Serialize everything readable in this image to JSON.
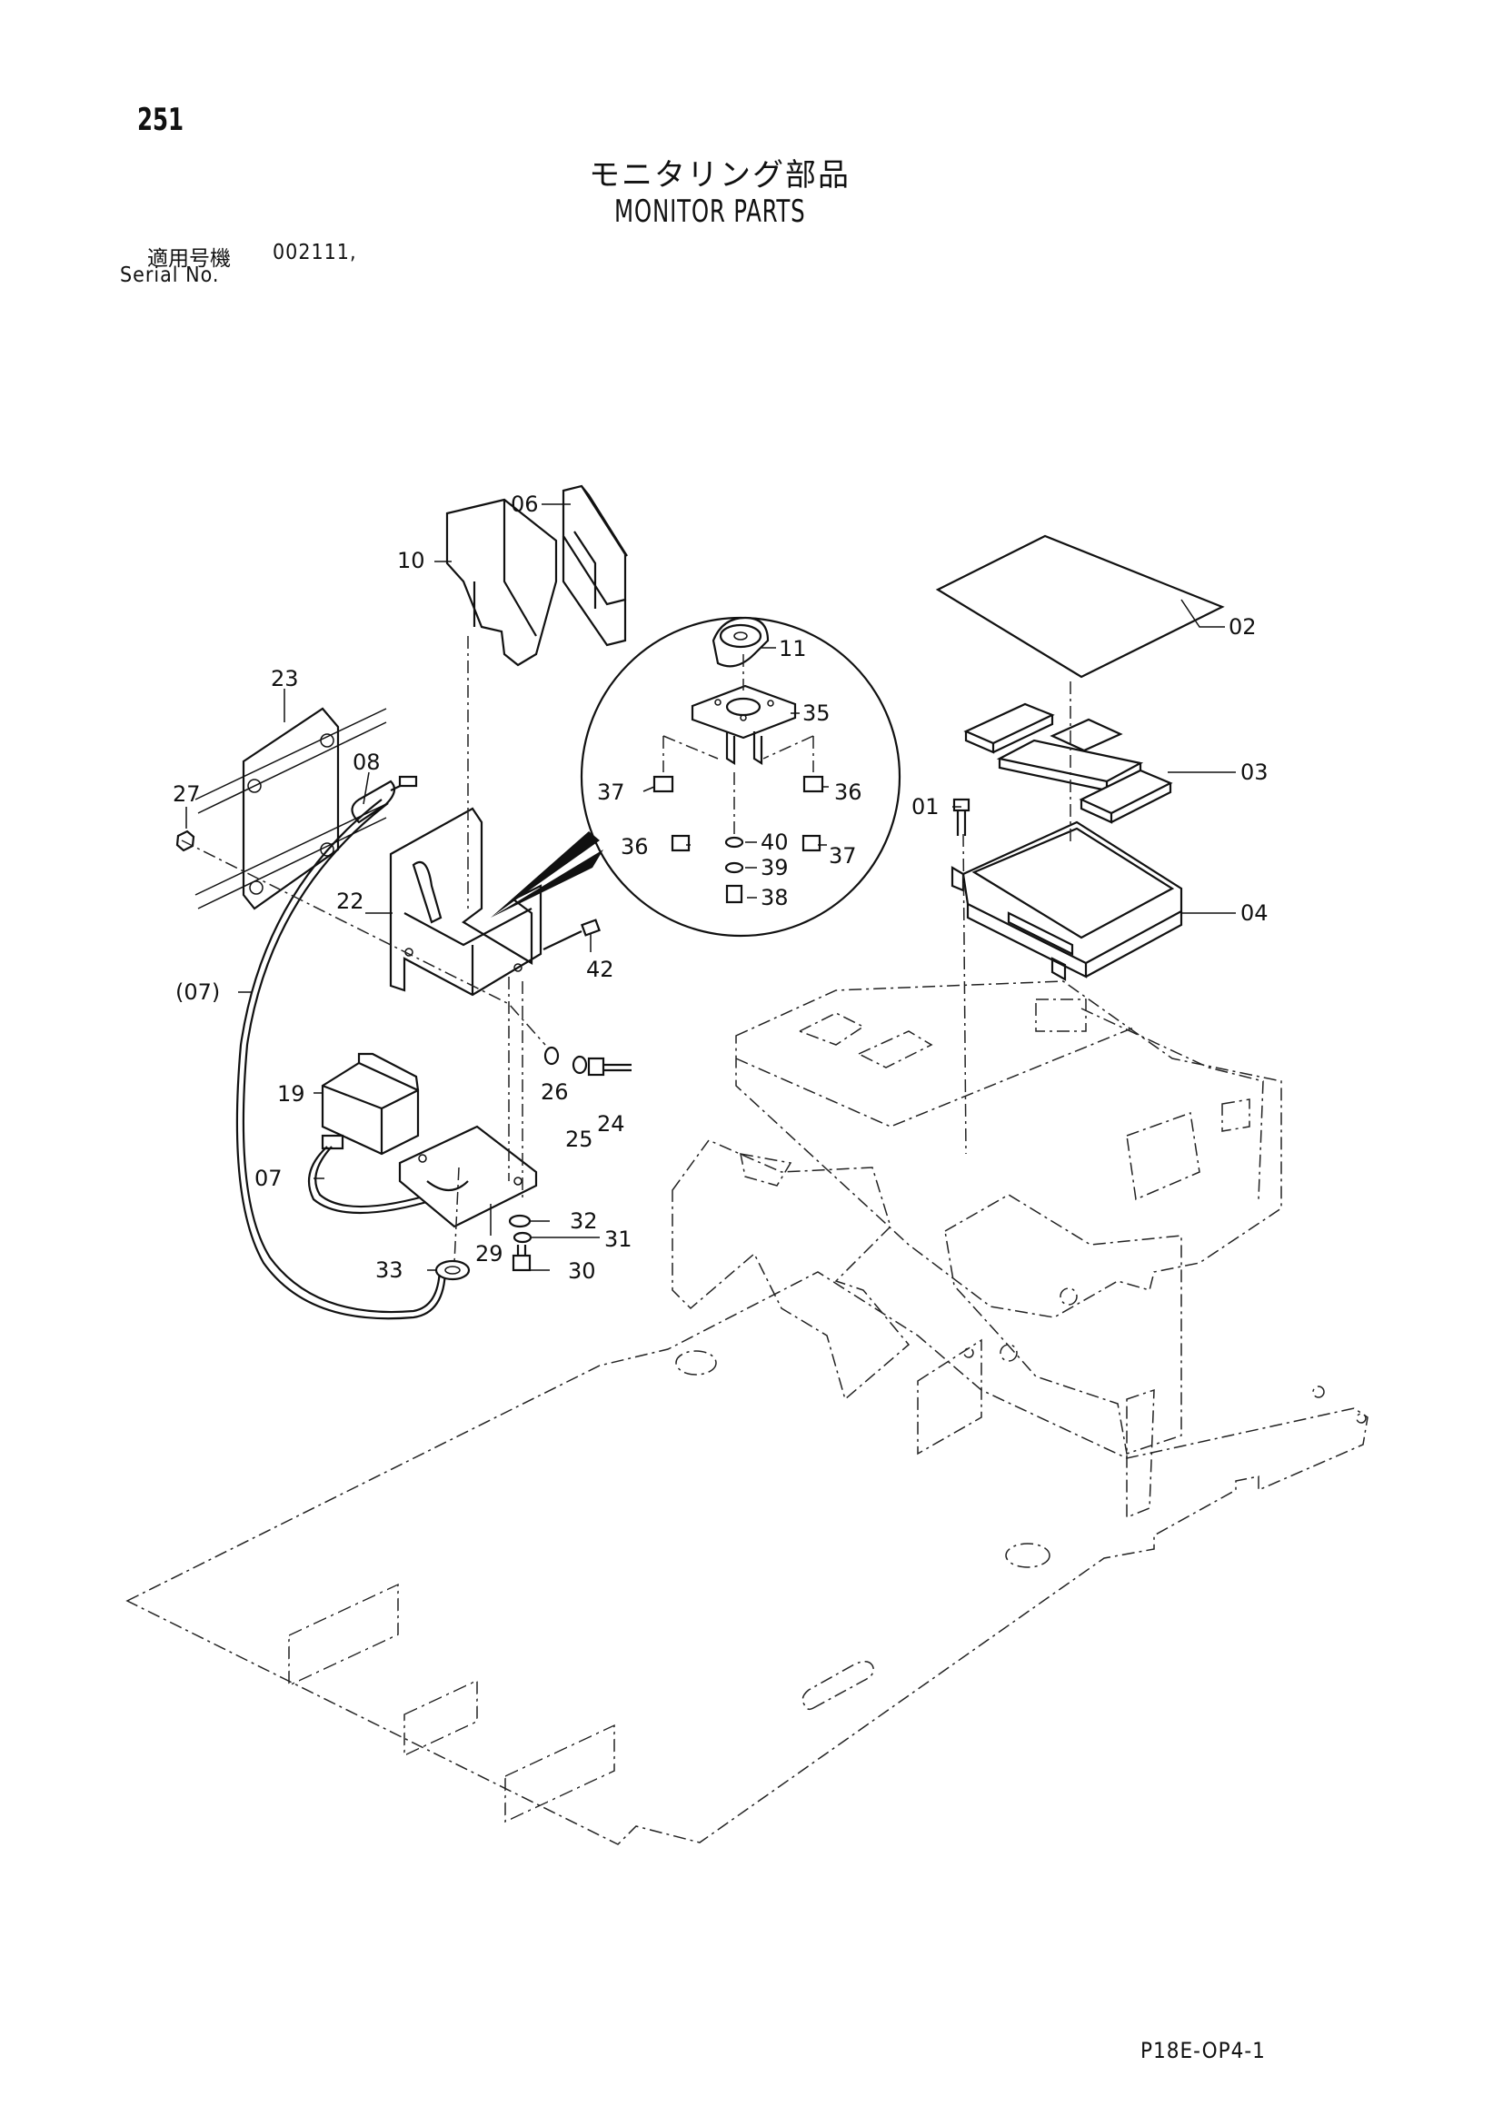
{
  "page": {
    "number": "251",
    "title_jp": "モニタリング部品",
    "title_en": "MONITOR PARTS",
    "serial_label_jp": "適用号機",
    "serial_value": "002111,",
    "serial_label_en": "Serial No.",
    "drawing_code": "P18E-OP4-1"
  },
  "callouts": {
    "c06": "06",
    "c10": "10",
    "c11": "11",
    "c23": "23",
    "c08": "08",
    "c27": "27",
    "c35": "35",
    "c37a": "37",
    "c36a": "36",
    "c36b": "36",
    "c40": "40",
    "c37b": "37",
    "c39": "39",
    "c38": "38",
    "c02": "02",
    "c03": "03",
    "c01": "01",
    "c04": "04",
    "c22": "22",
    "c42": "42",
    "c07a": "(07)",
    "c26": "26",
    "c25": "25",
    "c24": "24",
    "c19": "19",
    "c07b": "07",
    "c32": "32",
    "c31": "31",
    "c29": "29",
    "c33": "33",
    "c30": "30"
  }
}
